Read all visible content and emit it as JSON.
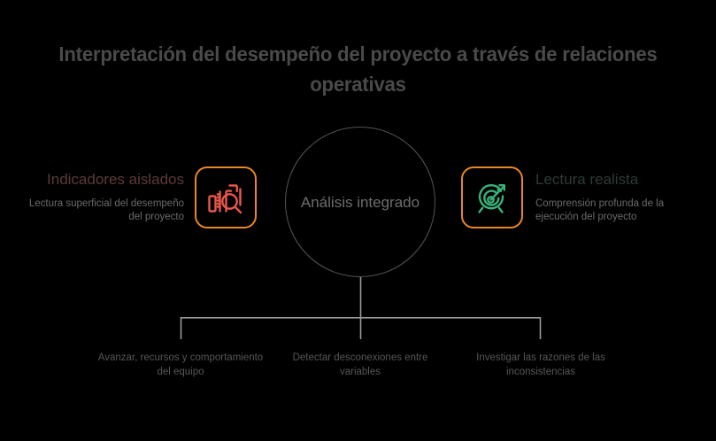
{
  "title": "Interpretación del desempeño del proyecto a través de relaciones operativas",
  "center": {
    "label": "Análisis integrado",
    "node_name": "analisis-integrado"
  },
  "left": {
    "heading": "Indicadores aislados",
    "subtitle": "Lectura superficial del desempeño del proyecto",
    "icon": "bar-chart-magnifier-icon",
    "heading_color": "#5c3b38",
    "icon_stroke_color": "#e8574c",
    "icon_border_color": "#e8862a"
  },
  "right": {
    "heading": "Lectura realista",
    "subtitle": "Comprensión profunda de la ejecución del proyecto",
    "icon": "target-dart-icon",
    "heading_color": "#2c3c38",
    "icon_stroke_color": "#3bb27a",
    "icon_border_color": "#e8862a"
  },
  "branches": [
    {
      "label": "Avanzar, recursos y comportamiento del equipo"
    },
    {
      "label": "Detectar desconexiones entre variables"
    },
    {
      "label": "Investigar las razones de las inconsistencias"
    }
  ],
  "colors": {
    "background": "#000000",
    "title_text": "#4a4a4a",
    "body_text": "#6a6a6a",
    "connector_line": "#9a9a9a",
    "circle_stroke": "#545454"
  }
}
